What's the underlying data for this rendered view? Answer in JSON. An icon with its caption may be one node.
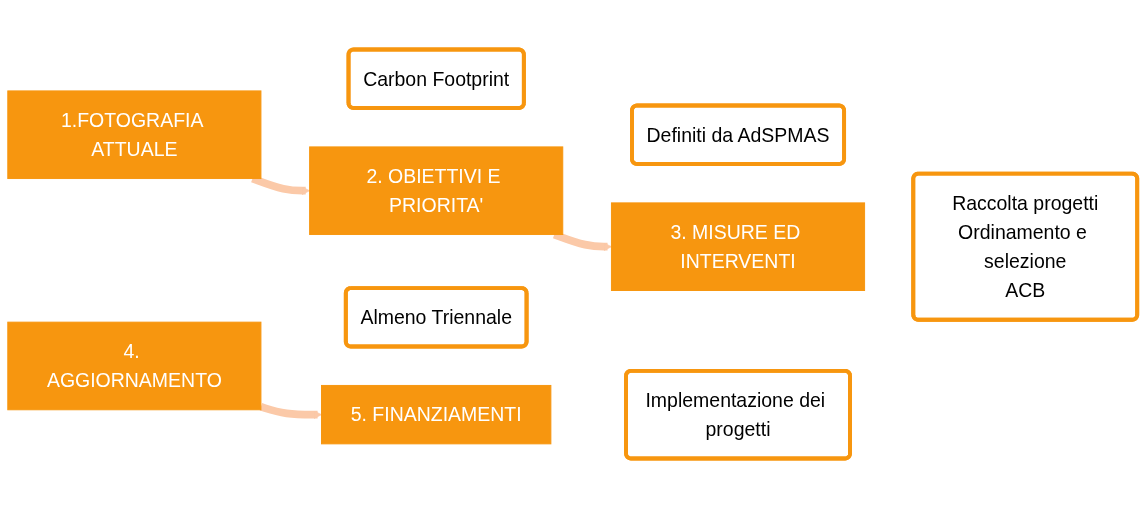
{
  "diagram": {
    "nodes": [
      {
        "text": [
          "1.FOTOGRAFIA ATTUALE"
        ]
      },
      {
        "text": [
          "Carbon Footprint"
        ]
      },
      {
        "text": [
          "2. OBIETTIVI E PRIORITA'"
        ]
      },
      {
        "text": [
          "Definiti da AdSPMAS"
        ]
      },
      {
        "text": [
          "3. MISURE ED INTERVENTI"
        ]
      },
      {
        "text": [
          "Raccolta progetti",
          "Ordinamento e selezione",
          "ACB"
        ]
      },
      {
        "text": [
          "4. AGGIORNAMENTO"
        ]
      },
      {
        "text": [
          "Almeno Triennale"
        ]
      },
      {
        "text": [
          "5. FINANZIAMENTI"
        ]
      },
      {
        "text": [
          "Implementazione dei progetti"
        ]
      }
    ],
    "edges": [
      {
        "from": 0,
        "to": 2,
        "arrow": "to"
      },
      {
        "from": 2,
        "to": 4,
        "arrow": "to"
      },
      {
        "from": 6,
        "to": 8,
        "arrow": "to"
      }
    ]
  }
}
